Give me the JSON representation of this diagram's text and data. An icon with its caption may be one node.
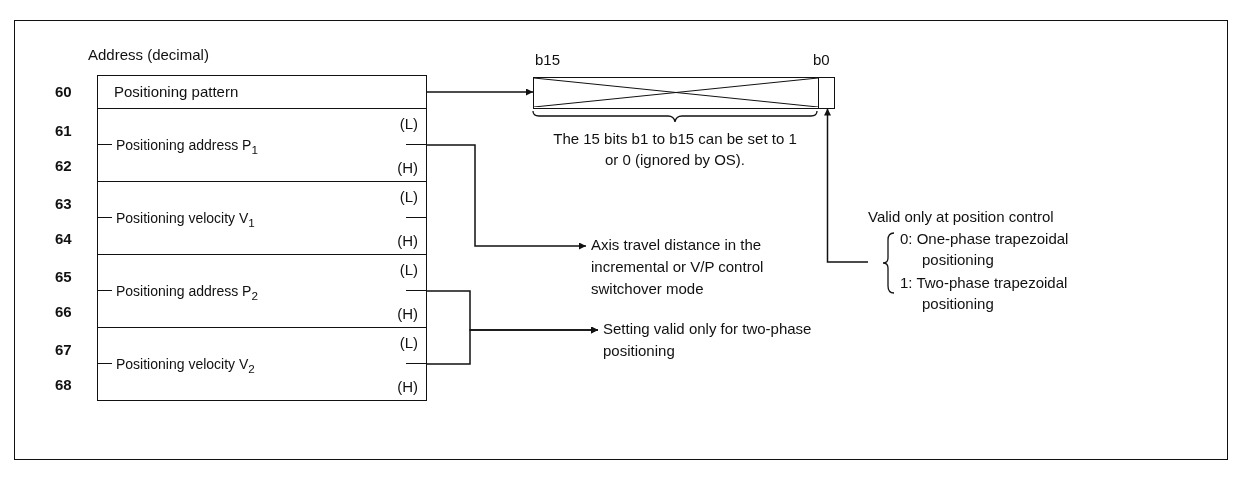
{
  "diagram": {
    "nodes": [
      {
        "text": [
          "Positioning pattern"
        ]
      },
      {
        "text": [
          "Positioning address P$_{1}$",
          "(L)",
          "(H)"
        ]
      },
      {
        "text": [
          "Positioning velocity V$_{1}$",
          "(L)",
          "(H)"
        ]
      },
      {
        "text": [
          "Positioning address P$_{2}$",
          "(L)",
          "(H)"
        ]
      },
      {
        "text": [
          "Positioning velocity V$_{2}$",
          "(L)",
          "(H)"
        ]
      },
      {
        "text": [],
        "shape": "box"
      },
      {
        "text": [],
        "shape": "box",
        "in": 5
      },
      {
        "text": [
          "Axis travel distance in the incremental or V/P control switchover mode"
        ]
      },
      {
        "text": [
          "Setting valid only for two-phase positioning"
        ]
      },
      {
        "text": [
          "Valid only at position control",
          "0: One-phase trapezoidal positioning",
          "1: Two-phase trapezoidal positioning"
        ]
      }
    ],
    "edges": [
      {
        "from": 0,
        "to": 5,
        "arrow": "to"
      },
      {
        "from": 1,
        "to": 7,
        "arrow": "to"
      },
      {
        "from": 3,
        "to": 8,
        "arrow": "to"
      },
      {
        "from": 4,
        "to": 8,
        "arrow": "to"
      },
      {
        "from": 9,
        "to": 6,
        "arrow": "to"
      }
    ],
    "labels": [
      "Address (decimal)",
      "b15",
      "b0",
      "60",
      "61",
      "62",
      "63",
      "64",
      "65",
      "66",
      "67",
      "68",
      "The 15 bits b1 to b15 can be set to 1 or 0 (ignored by OS)."
    ]
  }
}
